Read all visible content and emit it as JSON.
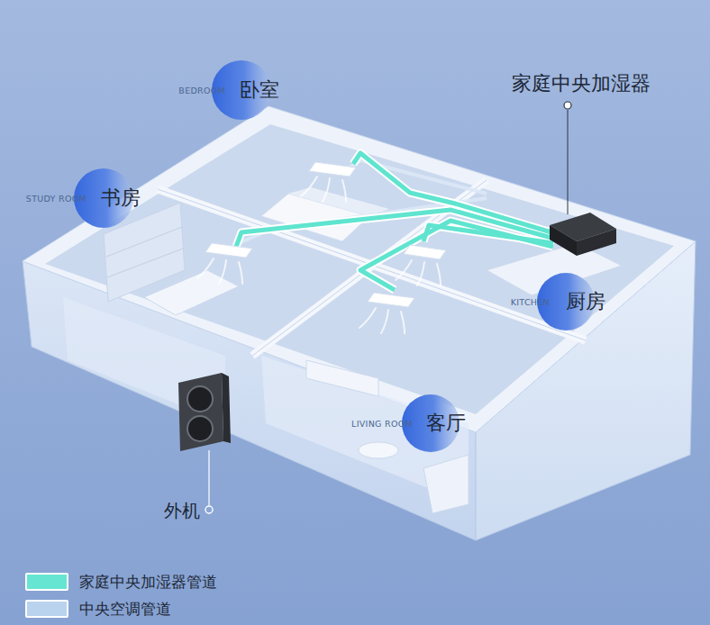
{
  "diagram": {
    "nodes": [
      {
        "text": [
          "BEDROOM",
          "卧室"
        ]
      },
      {
        "text": [
          "STUDY ROOM",
          "书房"
        ]
      },
      {
        "text": [
          "KITCHEN",
          "厨房"
        ]
      },
      {
        "text": [
          "LIVING ROOM",
          "客厅"
        ]
      }
    ],
    "labels": [
      "家庭中央加湿器",
      "外机"
    ],
    "legend": [
      {
        "text": "家庭中央加湿器管道",
        "color": "#66e6d2"
      },
      {
        "text": "中央空调管道",
        "color": "#b9d3ee"
      }
    ]
  }
}
